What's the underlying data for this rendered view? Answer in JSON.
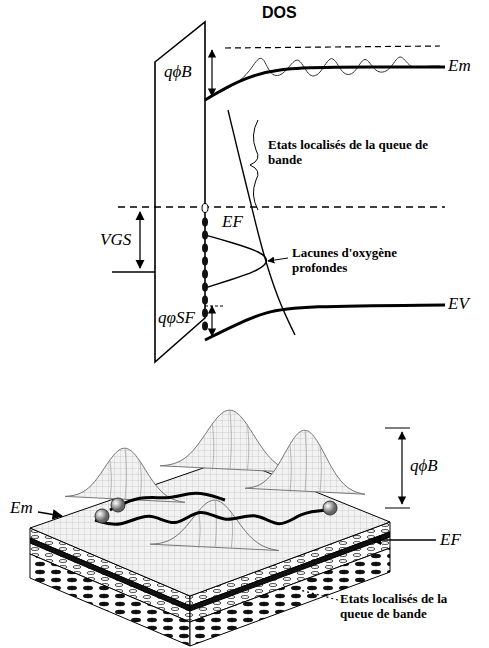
{
  "diagram": {
    "labels": [
      "DOS",
      "qϕB",
      "Em",
      "VGS",
      "EF",
      "Etats localisés de la queue de bande",
      "Lacunes d'oxygène profondes",
      "qφSF",
      "EV",
      "Em",
      "qϕB",
      "EF",
      "Etats localisés de la queue de bande"
    ]
  }
}
